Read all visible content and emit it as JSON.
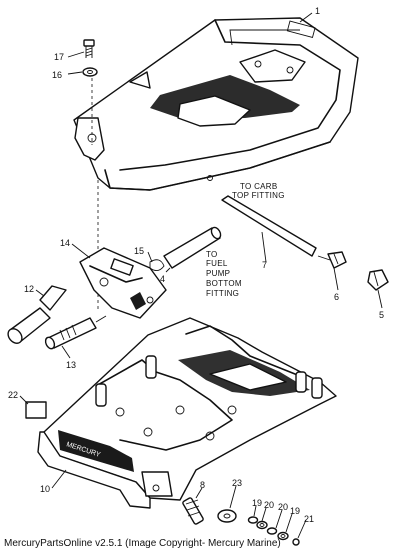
{
  "callouts": {
    "c1": "1",
    "c4": "4",
    "c5": "5",
    "c6": "6",
    "c7": "7",
    "c8": "8",
    "c10": "10",
    "c12": "12",
    "c13": "13",
    "c14": "14",
    "c15": "15",
    "c16": "16",
    "c17": "17",
    "c19a": "19",
    "c19b": "19",
    "c20a": "20",
    "c20b": "20",
    "c21": "21",
    "c22": "22",
    "c23": "23"
  },
  "notes": {
    "carb_line1": "TO CARB",
    "carb_line2": "TOP FITTING",
    "pump_line1": "TO",
    "pump_line2": "FUEL",
    "pump_line3": "PUMP",
    "pump_line4": "BOTTOM",
    "pump_line5": "FITTING"
  },
  "footer": "MercuryPartsOnline v2.5.1 (Image Copyright- Mercury Marine)"
}
